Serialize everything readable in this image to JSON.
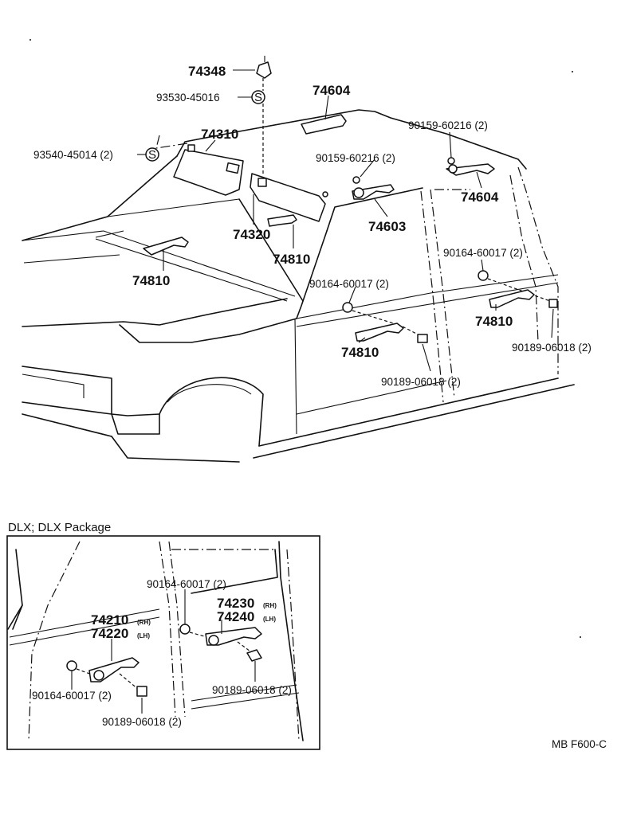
{
  "main": {
    "labels": {
      "p74348": "74348",
      "p93530": "93530-45016",
      "p74604a": "74604",
      "p74310": "74310",
      "p93540": "93540-45014 (2)",
      "p90159a": "90159-60216 (2)",
      "p90159b": "90159-60216 (2)",
      "p74604b": "74604",
      "p74603": "74603",
      "p74320": "74320",
      "p74810a": "74810",
      "p74810b": "74810",
      "p90164a": "90164-60017 (2)",
      "p90164b": "90164-60017 (2)",
      "p74810c": "74810",
      "p74810d": "74810",
      "p90189a": "90189-06018 (2)",
      "p90189b": "90189-06018 (2)"
    },
    "symbol_s": "S"
  },
  "inset": {
    "title": "DLX; DLX Package",
    "labels": {
      "p90164c": "90164-60017 (2)",
      "p74210": "74210",
      "p74210_rh": "(RH)",
      "p74220": "74220",
      "p74220_lh": "(LH)",
      "p74230": "74230",
      "p74230_rh": "(RH)",
      "p74240": "74240",
      "p74240_lh": "(LH)",
      "p90164d": "90164-60017 (2)",
      "p90189c": "90189-06018 (2)",
      "p90189d": "90189-06018 (2)"
    }
  },
  "footer": {
    "code": "MB F600-C"
  }
}
